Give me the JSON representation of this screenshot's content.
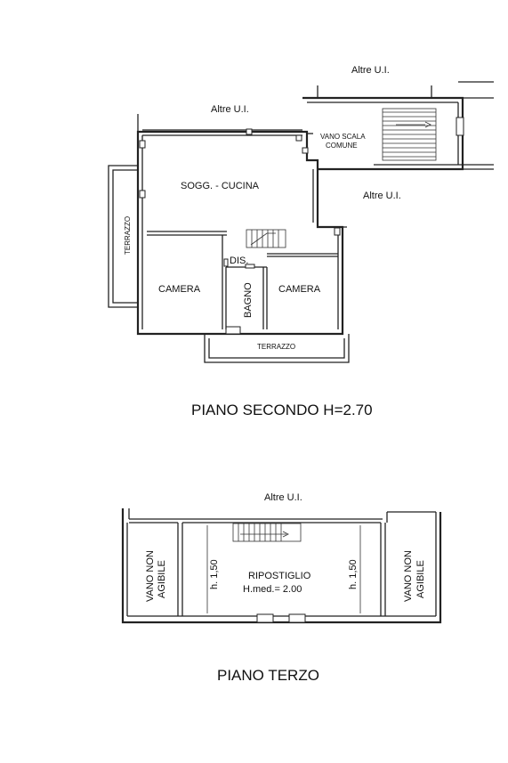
{
  "plan_second": {
    "other_units_top": "Altre U.I.",
    "other_units_left": "Altre U.I.",
    "other_units_right": "Altre U.I.",
    "stair_line1": "VANO SCALA",
    "stair_line2": "COMUNE",
    "living": "SOGG. - CUCINA",
    "terrace_left": "TERRAZZO",
    "terrace_bottom": "TERRAZZO",
    "hall": "DIS.",
    "bedroom_left": "CAMERA",
    "bathroom": "BAGNO",
    "bedroom_right": "CAMERA",
    "title": "PIANO SECONDO  H=2.70"
  },
  "plan_third": {
    "other_units_top": "Altre U.I.",
    "left_line1": "VANO NON",
    "left_line2": "AGIBILE",
    "right_line1": "VANO NON",
    "right_line2": "AGIBILE",
    "height_left": "h. 1,50",
    "height_right": "h. 1,50",
    "storage": "RIPOSTIGLIO",
    "avg_height": "H.med.= 2.00",
    "title": "PIANO TERZO"
  }
}
